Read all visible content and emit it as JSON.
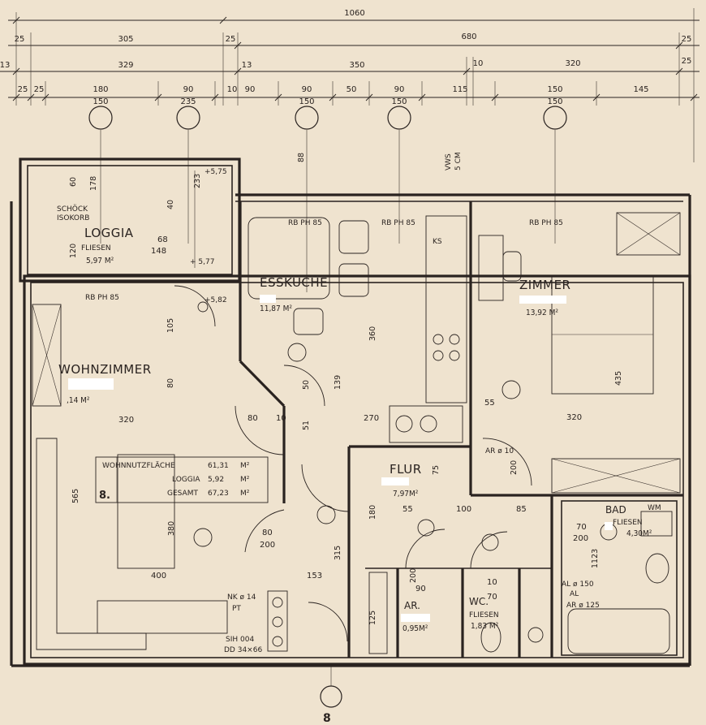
{
  "dimensions": {
    "overall": "1060",
    "row1": [
      "25",
      "305",
      "25",
      "680",
      "25"
    ],
    "row2": [
      "13",
      "329",
      "13",
      "350",
      "10",
      "320",
      "25"
    ],
    "row3": [
      "25",
      "25",
      "180",
      "90",
      "10",
      "90",
      "90",
      "50",
      "90",
      "115",
      "150",
      "145"
    ],
    "row3_sub": [
      "150",
      "235",
      "150",
      "150",
      "150"
    ]
  },
  "rooms": {
    "loggia": {
      "name": "LOGGIA",
      "floor": "FLIESEN",
      "area": "5,97 M²",
      "note1": "SCHÖCK",
      "note2": "ISOKORB"
    },
    "esskueche": {
      "name": "ESSKÜCHE",
      "area": "11,87 M²"
    },
    "zimmer": {
      "name": "ZIMMER",
      "area": "13,92 M²"
    },
    "wohnzimmer": {
      "name": "WOHNZIMMER",
      "area": ",14 M²"
    },
    "flur": {
      "name": "FLUR",
      "area": "7,97M²"
    },
    "bad": {
      "name": "BAD",
      "floor": "FLIESEN",
      "area": "4,30M²"
    },
    "ar": {
      "name": "AR.",
      "area": "0,95M²"
    },
    "wc": {
      "name": "WC.",
      "floor": "FLIESEN",
      "area": "1,83 M²"
    }
  },
  "labels": {
    "rb_ph85": "RB PH 85",
    "ks": "KS",
    "vws": "VWS",
    "vws_5cm": "5 CM",
    "h575": "+5,75",
    "h577": "+ 5,77",
    "h582": "+5,82",
    "nk": "NK ø 14",
    "pt": "PT",
    "sih": "SIH 004",
    "dd": "DD 34×66",
    "wm": "WM",
    "al150": "AL ø 150",
    "al": "AL",
    "ar125": "AR ø 125",
    "arq": "AR ø 10",
    "axis_bottom": "8"
  },
  "area_table": {
    "number": "8.",
    "rows": [
      {
        "label": "WOHNNUTZFLÄCHE",
        "value": "61,31",
        "unit": "M²"
      },
      {
        "label": "LOGGIA",
        "value": "5,92",
        "unit": "M²"
      },
      {
        "label": "GESAMT",
        "value": "67,23",
        "unit": "M²"
      }
    ]
  },
  "inner_dims": [
    "320",
    "320",
    "565",
    "380",
    "400",
    "80",
    "200",
    "105",
    "80",
    "360",
    "139",
    "315",
    "153",
    "270",
    "50",
    "55",
    "435",
    "180",
    "55",
    "100",
    "85",
    "70",
    "200",
    "90",
    "10",
    "40",
    "68",
    "148",
    "120",
    "60",
    "178",
    "88",
    "233",
    "70",
    "200",
    "80",
    "10",
    "51",
    "75",
    "200",
    "125",
    "1123"
  ],
  "colors": {
    "paper": "#efe3cf",
    "ink": "#2a2320"
  }
}
